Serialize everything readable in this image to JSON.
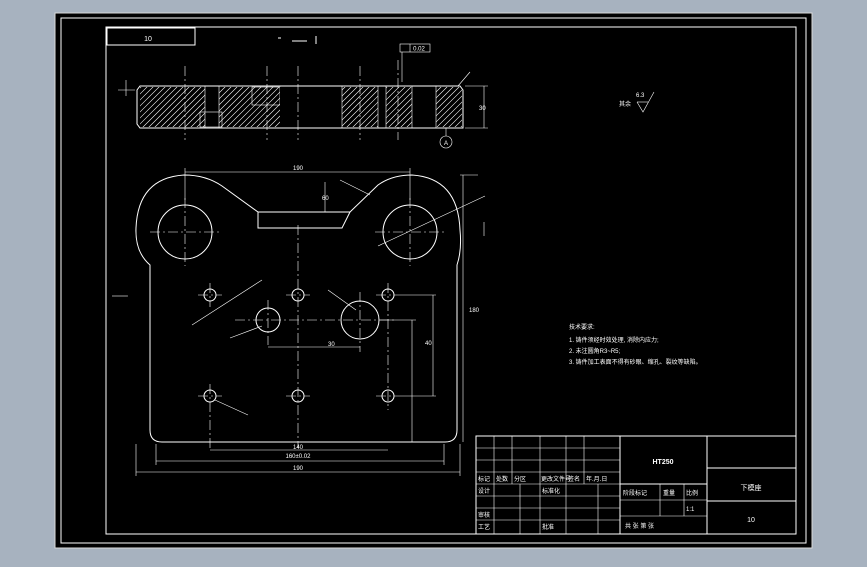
{
  "drawing": {
    "sheet_number": "10",
    "material": "HT250",
    "part_name": "下模座",
    "scale": "1:1",
    "roughness_label": "其余",
    "roughness_value": "6.3",
    "section_mark": "A",
    "flatness_callout": "0.02",
    "technical_requirements": {
      "title": "技术要求:",
      "items": [
        "1. 铸件须经时效处理, 消除内应力;",
        "2. 未注圆角R3~R5;",
        "3. 铸件加工表面不得有砂眼、缩孔、裂纹等缺陷。"
      ]
    },
    "title_block": {
      "header_row": [
        "标记",
        "处数",
        "分区",
        "更改文件号",
        "签名",
        "年.月.日"
      ],
      "labels": {
        "designer": "设计",
        "standardize": "标准化",
        "review": "审核",
        "process": "工艺",
        "approve": "批准",
        "stage_mark": "阶段标记",
        "weight": "重量",
        "scale_label": "比例",
        "sheets": "共  张  第  张"
      },
      "drawing_code": "10"
    },
    "dims": {
      "top_width": "190",
      "bottom_width": "190",
      "base_width": "140",
      "inner_width": "160±0.02",
      "height_right": "180",
      "center_offset": "30",
      "thickness": "30",
      "left_gap": "40",
      "boss_depth": "60"
    }
  }
}
